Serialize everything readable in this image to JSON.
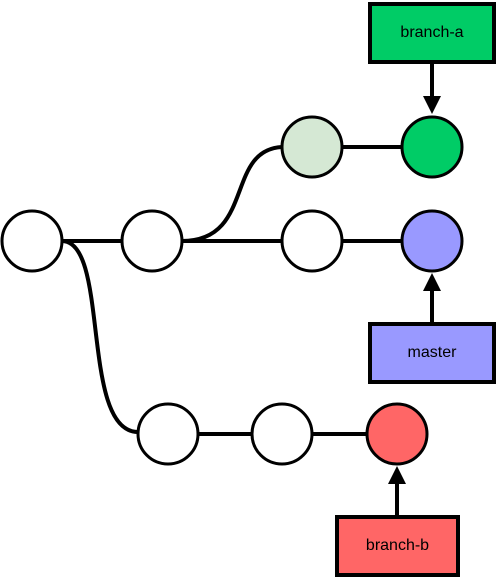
{
  "branches": {
    "branch_a": {
      "label": "branch-a",
      "box_color": "#00cc66",
      "head_color": "#00cc66",
      "parent_color": "#d5e8d4"
    },
    "master": {
      "label": "master",
      "box_color": "#9999ff",
      "head_color": "#9999ff"
    },
    "branch_b": {
      "label": "branch-b",
      "box_color": "#ff6666",
      "head_color": "#ff6666"
    }
  },
  "commit_fill": "#ffffff",
  "icons": [
    "arrow-down-icon",
    "arrow-up-icon"
  ]
}
